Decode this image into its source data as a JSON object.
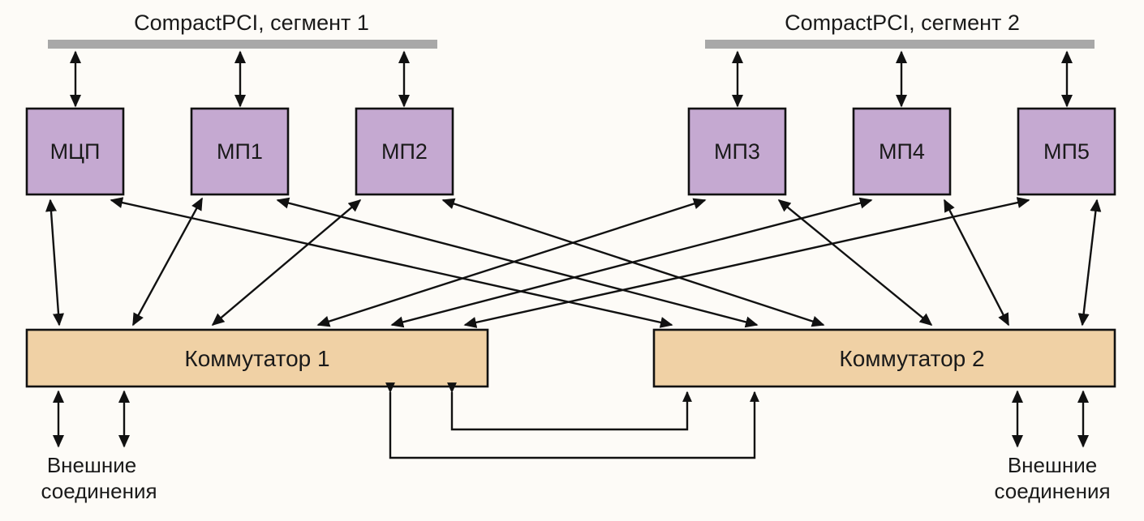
{
  "colors": {
    "background": "#fdfbf7",
    "bus": "#a8a8a8",
    "module_fill": "#c5a9d1",
    "switch_fill": "#f0d1a5",
    "line": "#111111"
  },
  "segments": [
    {
      "id": "seg1",
      "label": "CompactPCI, сегмент 1"
    },
    {
      "id": "seg2",
      "label": "CompactPCI, сегмент 2"
    }
  ],
  "modules": [
    {
      "id": "mcp",
      "label": "МЦП",
      "segment": 0
    },
    {
      "id": "mp1",
      "label": "МП1",
      "segment": 0
    },
    {
      "id": "mp2",
      "label": "МП2",
      "segment": 0
    },
    {
      "id": "mp3",
      "label": "МП3",
      "segment": 1
    },
    {
      "id": "mp4",
      "label": "МП4",
      "segment": 1
    },
    {
      "id": "mp5",
      "label": "МП5",
      "segment": 1
    }
  ],
  "switches": [
    {
      "id": "sw1",
      "label": "Коммутатор 1"
    },
    {
      "id": "sw2",
      "label": "Коммутатор 2"
    }
  ],
  "connections": {
    "module_to_bus": "bidirectional",
    "module_to_both_switches": "bidirectional",
    "switch_to_switch_links": 2,
    "external_links_per_switch": 2
  },
  "external": {
    "left": {
      "line1": "Внешние",
      "line2": "соединения"
    },
    "right": {
      "line1": "Внешние",
      "line2": "соединения"
    }
  }
}
